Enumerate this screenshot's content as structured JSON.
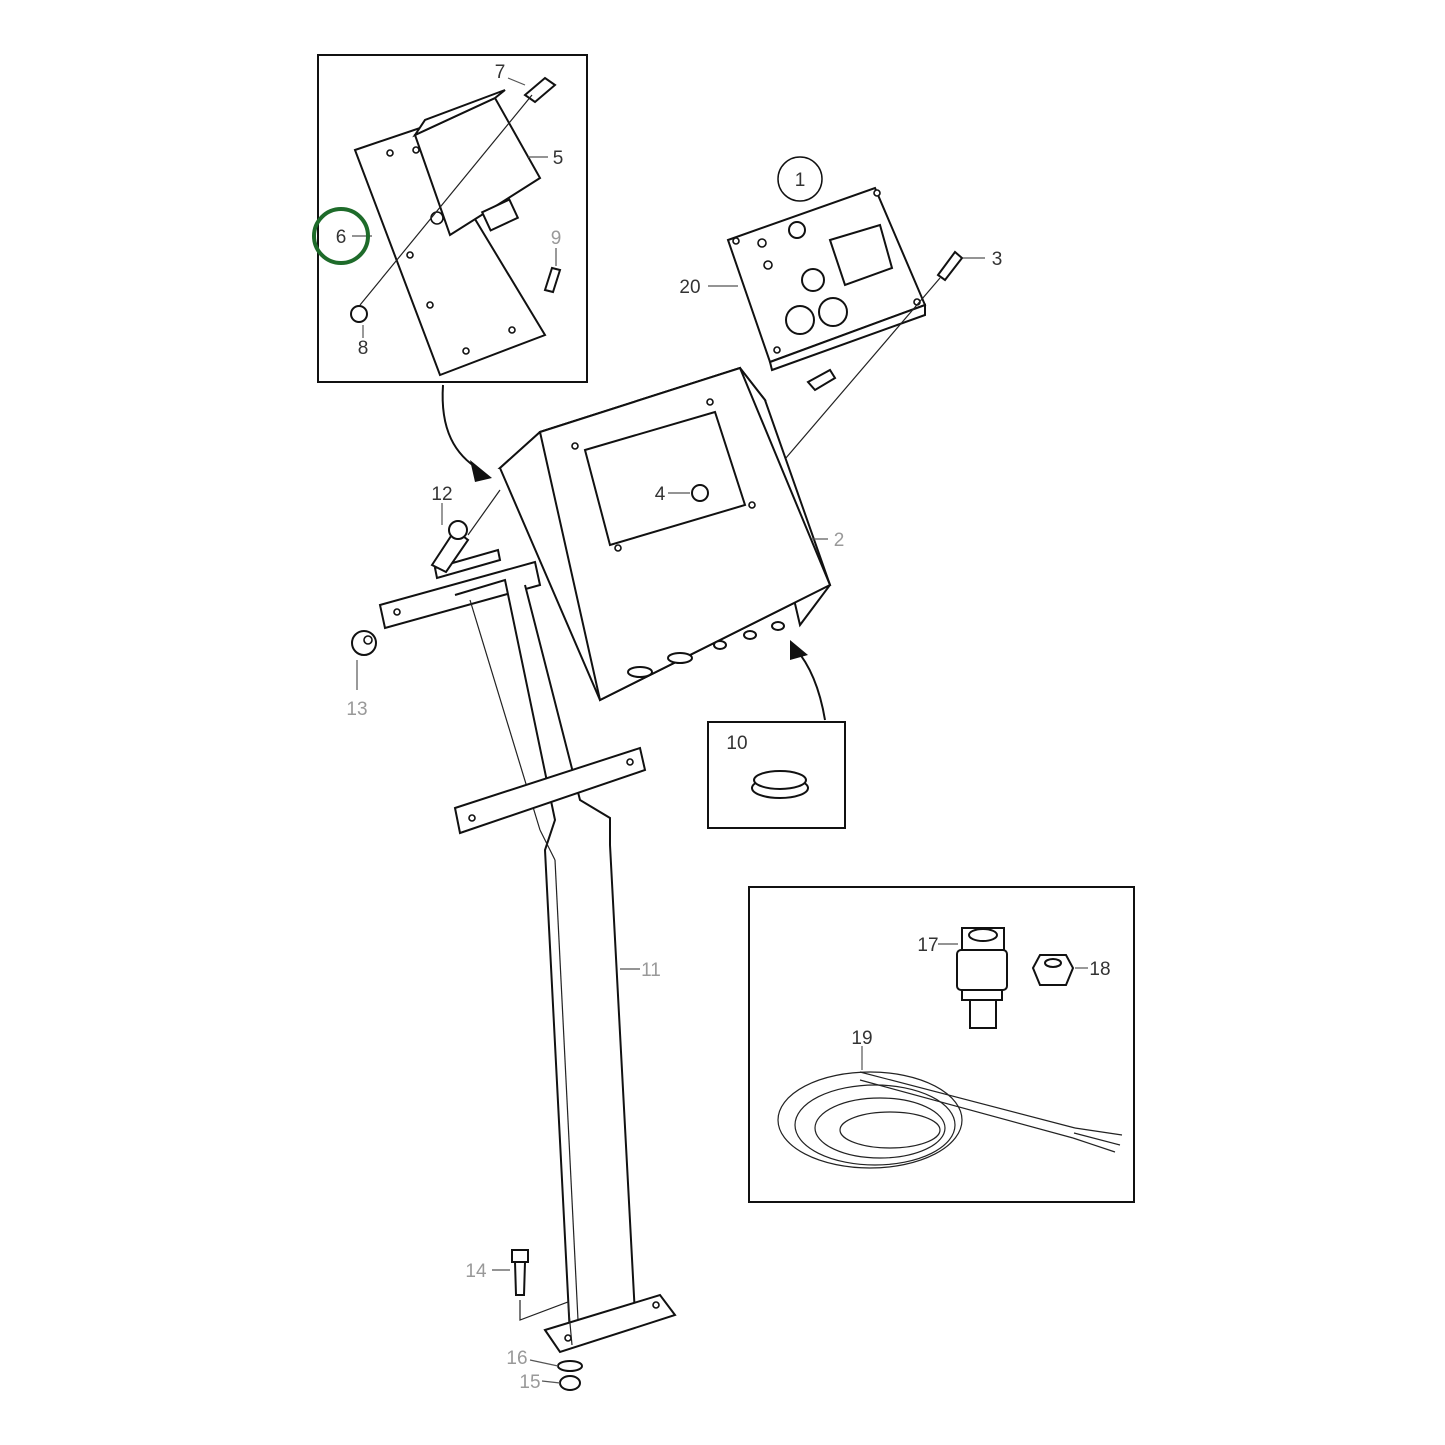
{
  "callouts": {
    "c1": "1",
    "c2": "2",
    "c3": "3",
    "c4": "4",
    "c5": "5",
    "c6": "6",
    "c7": "7",
    "c8": "8",
    "c9": "9",
    "c10": "10",
    "c11": "11",
    "c12": "12",
    "c13": "13",
    "c14": "14",
    "c15": "15",
    "c16": "16",
    "c17": "17",
    "c18": "18",
    "c19": "19",
    "c20": "20"
  },
  "highlight": {
    "callout": "6",
    "color": "#1e6b2a"
  }
}
